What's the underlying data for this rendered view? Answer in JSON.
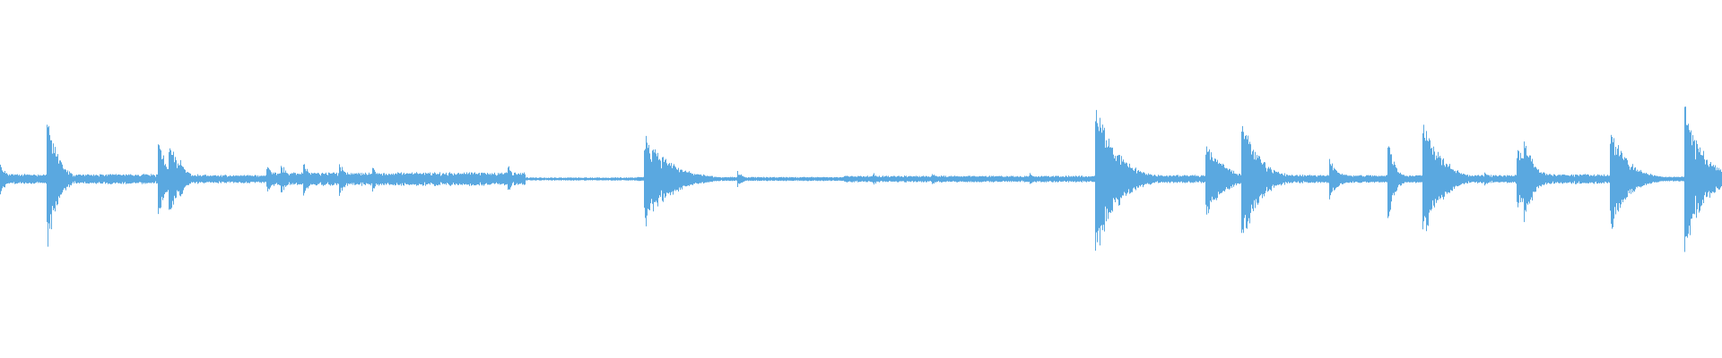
{
  "waveform": {
    "color": "#5aa8e0",
    "background": "#ffffff",
    "transients": [
      {
        "t": 0.0,
        "amp": 0.2,
        "decay": 0.004
      },
      {
        "t": 0.027,
        "amp": 0.92,
        "decay": 0.006
      },
      {
        "t": 0.092,
        "amp": 0.55,
        "decay": 0.004
      },
      {
        "t": 0.098,
        "amp": 0.55,
        "decay": 0.006
      },
      {
        "t": 0.104,
        "amp": 0.28,
        "decay": 0.004
      },
      {
        "t": 0.155,
        "amp": 0.2,
        "decay": 0.004
      },
      {
        "t": 0.163,
        "amp": 0.22,
        "decay": 0.004
      },
      {
        "t": 0.176,
        "amp": 0.24,
        "decay": 0.004
      },
      {
        "t": 0.197,
        "amp": 0.22,
        "decay": 0.004
      },
      {
        "t": 0.216,
        "amp": 0.17,
        "decay": 0.004
      },
      {
        "t": 0.252,
        "amp": 0.12,
        "decay": 0.003
      },
      {
        "t": 0.28,
        "amp": 0.1,
        "decay": 0.003
      },
      {
        "t": 0.295,
        "amp": 0.18,
        "decay": 0.003
      },
      {
        "t": 0.374,
        "amp": 0.62,
        "decay": 0.014
      },
      {
        "t": 0.428,
        "amp": 0.12,
        "decay": 0.003
      },
      {
        "t": 0.507,
        "amp": 0.09,
        "decay": 0.003
      },
      {
        "t": 0.541,
        "amp": 0.09,
        "decay": 0.003
      },
      {
        "t": 0.598,
        "amp": 0.08,
        "decay": 0.003
      },
      {
        "t": 0.636,
        "amp": 0.98,
        "decay": 0.012
      },
      {
        "t": 0.7,
        "amp": 0.5,
        "decay": 0.01
      },
      {
        "t": 0.721,
        "amp": 0.82,
        "decay": 0.01
      },
      {
        "t": 0.772,
        "amp": 0.24,
        "decay": 0.006
      },
      {
        "t": 0.806,
        "amp": 0.55,
        "decay": 0.004
      },
      {
        "t": 0.826,
        "amp": 0.82,
        "decay": 0.01
      },
      {
        "t": 0.862,
        "amp": 0.1,
        "decay": 0.003
      },
      {
        "t": 0.881,
        "amp": 0.4,
        "decay": 0.01
      },
      {
        "t": 0.885,
        "amp": 0.55,
        "decay": 0.006
      },
      {
        "t": 0.935,
        "amp": 0.66,
        "decay": 0.01
      },
      {
        "t": 0.978,
        "amp": 1.0,
        "decay": 0.01
      }
    ],
    "noise_regions": [
      {
        "start": 0.0,
        "end": 0.115,
        "amp": 0.06
      },
      {
        "start": 0.115,
        "end": 0.155,
        "amp": 0.05
      },
      {
        "start": 0.155,
        "end": 0.305,
        "amp": 0.08
      },
      {
        "start": 0.305,
        "end": 0.37,
        "amp": 0.02
      },
      {
        "start": 0.37,
        "end": 0.49,
        "amp": 0.025
      },
      {
        "start": 0.49,
        "end": 0.636,
        "amp": 0.04
      },
      {
        "start": 0.636,
        "end": 0.7,
        "amp": 0.05
      },
      {
        "start": 0.7,
        "end": 0.88,
        "amp": 0.05
      },
      {
        "start": 0.88,
        "end": 0.935,
        "amp": 0.06
      },
      {
        "start": 0.935,
        "end": 0.978,
        "amp": 0.03
      },
      {
        "start": 0.978,
        "end": 1.0,
        "amp": 0.08
      }
    ]
  }
}
